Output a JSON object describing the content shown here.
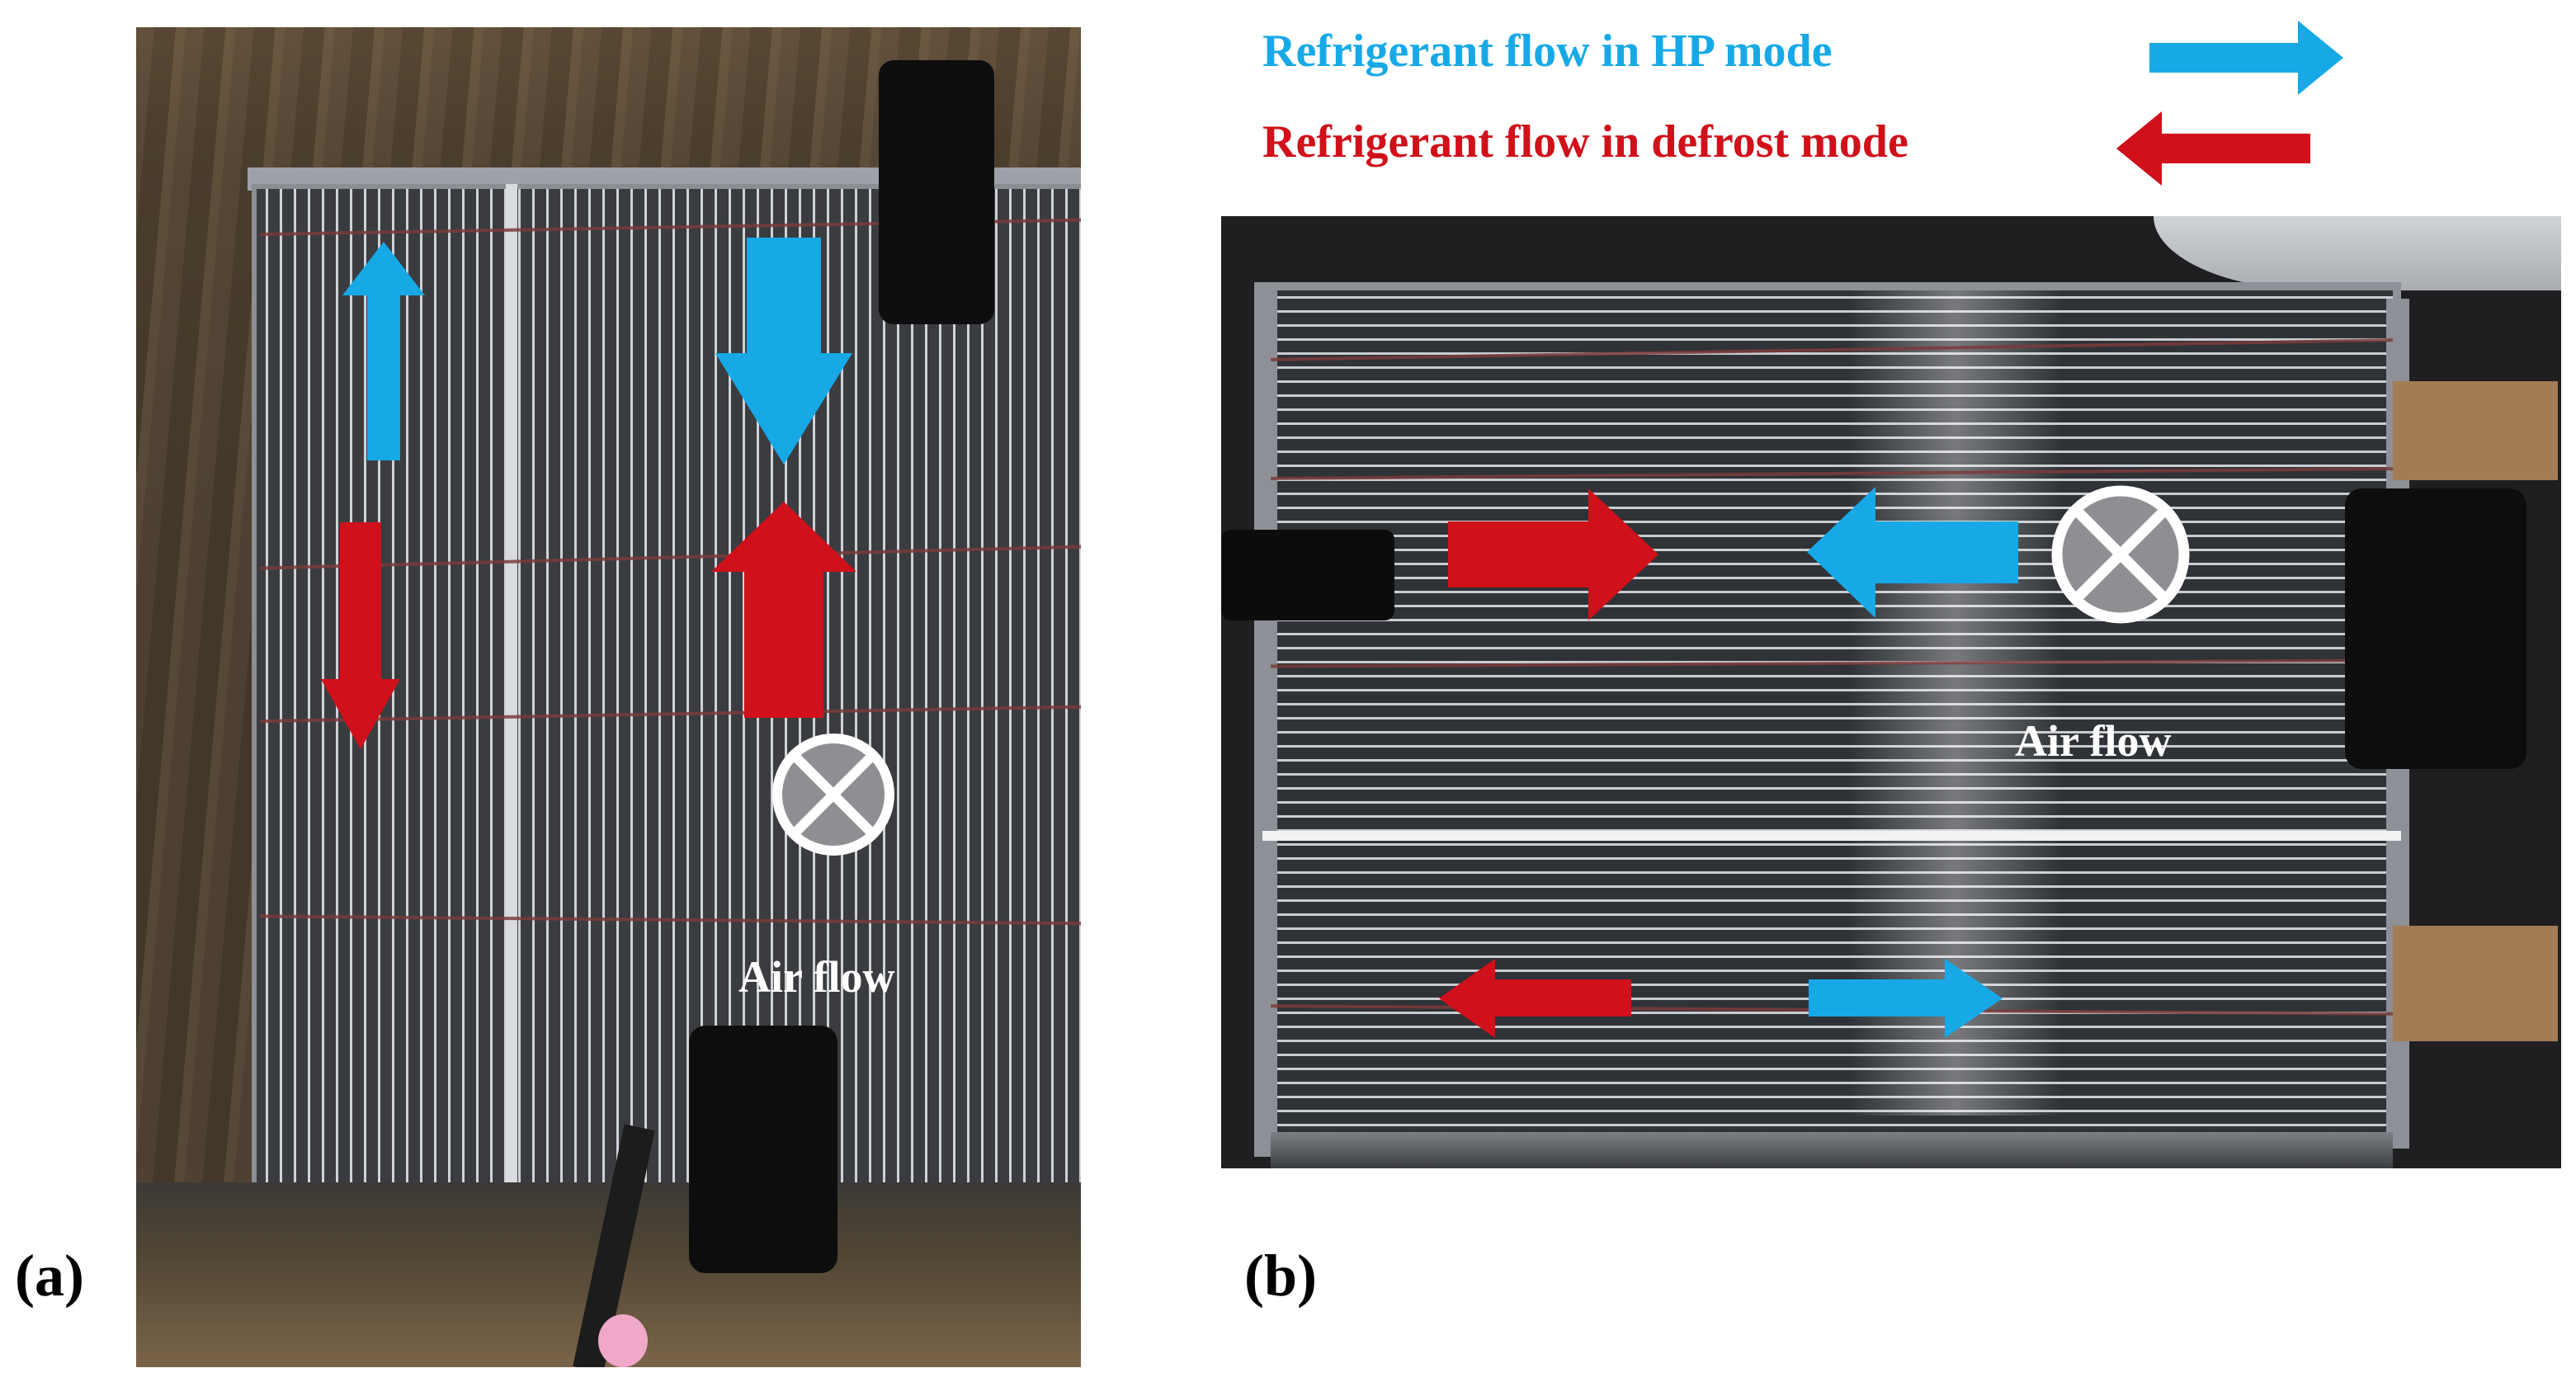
{
  "legend": {
    "hp_label": "Refrigerant flow in HP mode",
    "defrost_label": "Refrigerant flow in defrost mode",
    "hp_color": "#17a9e6",
    "defrost_color": "#d0101a"
  },
  "panel_a": {
    "label": "(a)",
    "airflow_label": "Air flow"
  },
  "panel_b": {
    "label": "(b)",
    "airflow_label": "Air flow"
  },
  "icons": {
    "airflow_symbol": "circle-cross-icon",
    "arrow": "arrow-icon"
  }
}
